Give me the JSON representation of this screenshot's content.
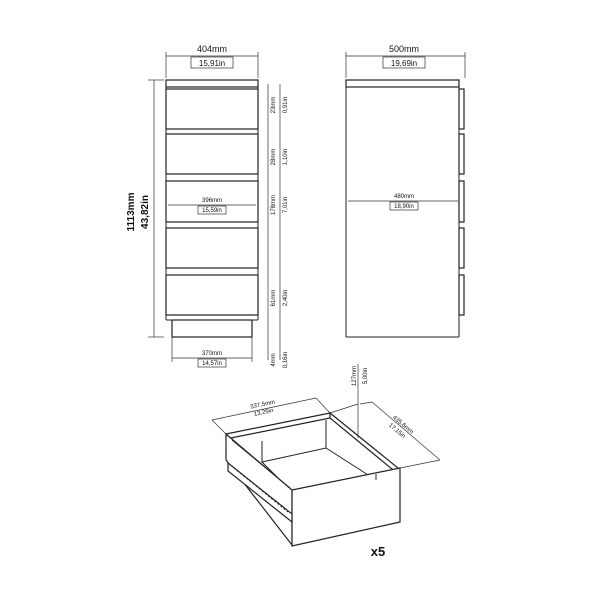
{
  "front_view": {
    "width_mm": "404mm",
    "width_in": "15,91in",
    "height_mm": "1113mm",
    "height_in": "43,82in",
    "top_gap_mm": "23mm",
    "top_gap_in": "0,91in",
    "drawer_gap_mm": "28mm",
    "drawer_gap_in": "1,10in",
    "drawer_front_mm": "178mm",
    "drawer_front_in": "7,01in",
    "inner_width_mm": "396mm",
    "inner_width_in": "15,59in",
    "plinth_mm": "61mm",
    "plinth_in": "2,40in",
    "base_width_mm": "370mm",
    "base_width_in": "14,57in",
    "floor_gap_mm": "4mm",
    "floor_gap_in": "0,16in"
  },
  "side_view": {
    "depth_mm": "500mm",
    "depth_in": "19,69in",
    "inner_depth_mm": "480mm",
    "inner_depth_in": "18,90in"
  },
  "drawer_view": {
    "width_mm": "337,5mm",
    "width_in": "13,29in",
    "depth_mm": "435,6mm",
    "depth_in": "17,15in",
    "height_mm": "127mm",
    "height_in": "5,00in",
    "quantity": "x5"
  }
}
